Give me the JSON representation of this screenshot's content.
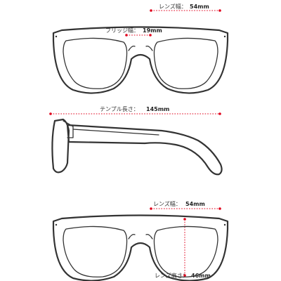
{
  "measurements": {
    "lens_width": {
      "label": "レンズ幅：",
      "value": "54mm"
    },
    "bridge_width": {
      "label": "ブリッジ幅：",
      "value": "19mm"
    },
    "temple_length": {
      "label": "テンプル長さ：",
      "value": "145mm"
    },
    "lens_width_2": {
      "label": "レンズ幅：",
      "value": "54mm"
    },
    "lens_height": {
      "label": "レンズ高さ：",
      "value": "46mm"
    }
  },
  "colors": {
    "dimension_line": "#e0001b",
    "frame_outline": "#333333"
  }
}
